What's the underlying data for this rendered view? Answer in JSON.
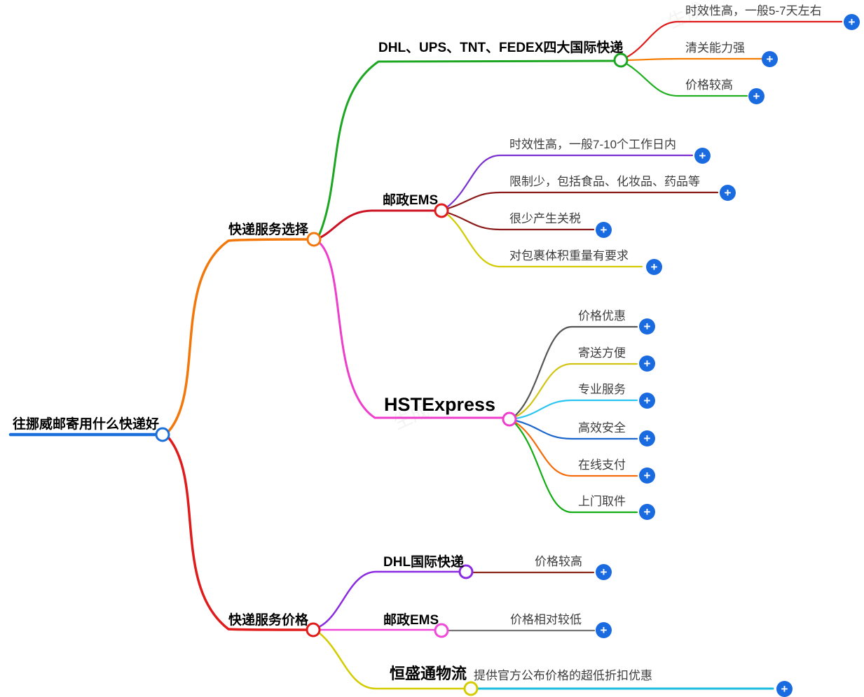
{
  "colors": {
    "background": "#ffffff",
    "expand_button": "#1b6be0",
    "node_text": "#000000",
    "leaf_text": "#3d3d3d",
    "root_line": "#1b6fdb"
  },
  "watermark": {
    "text": "生成"
  },
  "mindmap": {
    "expand_icon": "+",
    "root": {
      "label": "往挪威邮寄用什么快递好",
      "color": "#1b6fdb"
    },
    "branches": [
      {
        "label": "快递服务选择",
        "color": "#f2780c",
        "children": [
          {
            "label": "DHL、UPS、TNT、FEDEX四大国际快递",
            "color": "#1ca621",
            "leaves": [
              {
                "label": "时效性高，一般5-7天左右",
                "color": "#e01b1b"
              },
              {
                "label": "清关能力强",
                "color": "#f57c00"
              },
              {
                "label": "价格较高",
                "color": "#1faf1f"
              }
            ]
          },
          {
            "label": "邮政EMS",
            "color": "#e01b1b",
            "leaves": [
              {
                "label": "时效性高，一般7-10个工作日内",
                "color": "#7a2fd0"
              },
              {
                "label": "限制少，包括食品、化妆品、药品等",
                "color": "#8b1a1a"
              },
              {
                "label": "很少产生关税",
                "color": "#8b1a1a"
              },
              {
                "label": "对包裹体积重量有要求",
                "color": "#d2cb00"
              }
            ]
          },
          {
            "label": "HSTExpress",
            "color": "#ee3ecc",
            "leaves": [
              {
                "label": "价格优惠",
                "color": "#555555"
              },
              {
                "label": "寄送方便",
                "color": "#d2c413"
              },
              {
                "label": "专业服务",
                "color": "#29c5f2"
              },
              {
                "label": "高效安全",
                "color": "#1a66cc"
              },
              {
                "label": "在线支付",
                "color": "#f56b0a"
              },
              {
                "label": "上门取件",
                "color": "#13ad13"
              }
            ]
          }
        ]
      },
      {
        "label": "快递服务价格",
        "color": "#e01b1b",
        "children": [
          {
            "label": "DHL国际快递",
            "color": "#8a2be2",
            "leaves": [
              {
                "label": "价格较高",
                "color": "#8b2a1a"
              }
            ]
          },
          {
            "label": "邮政EMS",
            "color": "#f048d8",
            "leaves": [
              {
                "label": "价格相对较低",
                "color": "#777777"
              }
            ]
          },
          {
            "label": "恒盛通物流",
            "color": "#d4cc00",
            "leaves": [
              {
                "label": "提供官方公布价格的超低折扣优惠",
                "color": "#19bcdc"
              }
            ]
          }
        ]
      }
    ]
  }
}
